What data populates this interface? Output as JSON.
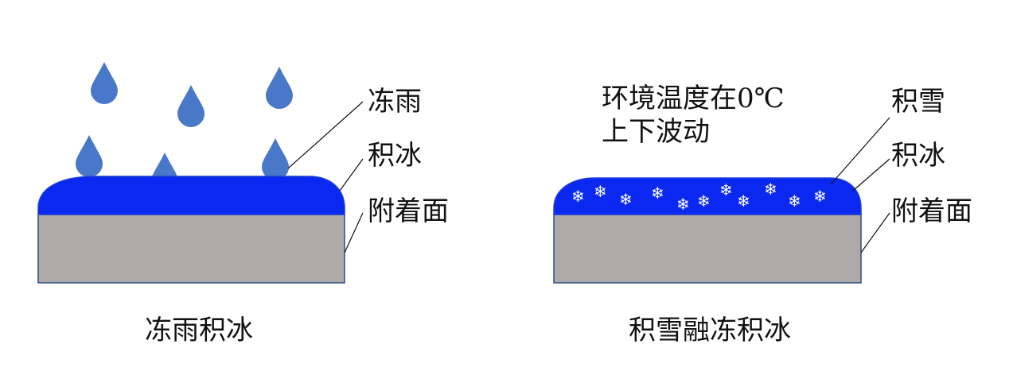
{
  "colors": {
    "ice": "#0a28f0",
    "ice_edge": "#1f3fd6",
    "surface": "#aeaaaa",
    "surface_edge": "#2f4d8a",
    "raindrop": "#4a78c8",
    "snowflake": "#ffffff",
    "leader_line": "#111111"
  },
  "left_panel": {
    "label_rain": "冻雨",
    "label_ice": "积冰",
    "label_surface": "附着面",
    "caption": "冻雨积冰",
    "raindrop_icon": "raindrop-icon"
  },
  "right_panel": {
    "note_line1": "环境温度在0℃",
    "note_line2": "上下波动",
    "label_snow": "积雪",
    "label_ice": "积冰",
    "label_surface": "附着面",
    "caption": "积雪融冻积冰",
    "snowflake_icon": "snowflake-icon",
    "snowflake_glyph": "❄"
  }
}
